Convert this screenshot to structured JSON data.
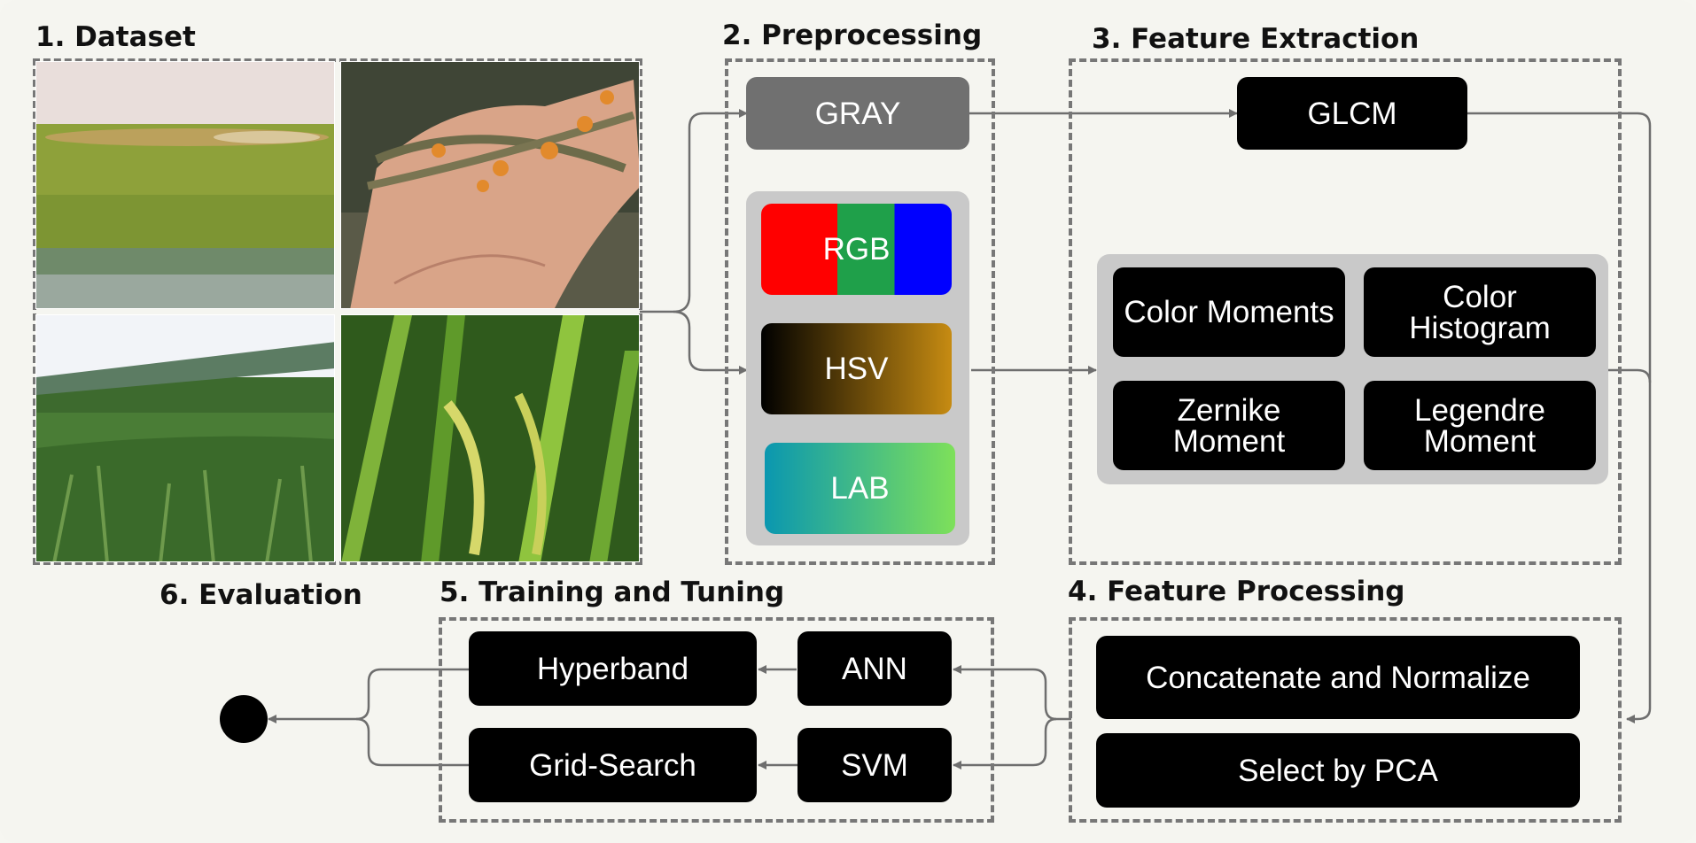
{
  "sections": {
    "dataset": "1. Dataset",
    "preprocessing": "2. Preprocessing",
    "feature_extraction": "3. Feature Extraction",
    "feature_processing": "4. Feature Processing",
    "training": "5. Training and Tuning",
    "evaluation": "6. Evaluation"
  },
  "preprocessing": {
    "gray": "GRAY",
    "rgb": "RGB",
    "hsv": "HSV",
    "lab": "LAB"
  },
  "features": {
    "glcm": "GLCM",
    "color_moments": "Color Moments",
    "color_histogram": "Color Histogram",
    "zernike": "Zernike Moment",
    "legendre": "Legendre Moment"
  },
  "processing": {
    "concat": "Concatenate and Normalize",
    "pca": "Select by PCA"
  },
  "training": {
    "ann": "ANN",
    "svm": "SVM",
    "hyperband": "Hyperband",
    "grid": "Grid-Search"
  },
  "colors": {
    "gray_box": "#707070",
    "block": "#000000",
    "panel": "#c9c9c9",
    "dash": "#777777",
    "arrow": "#6e6e6e"
  }
}
